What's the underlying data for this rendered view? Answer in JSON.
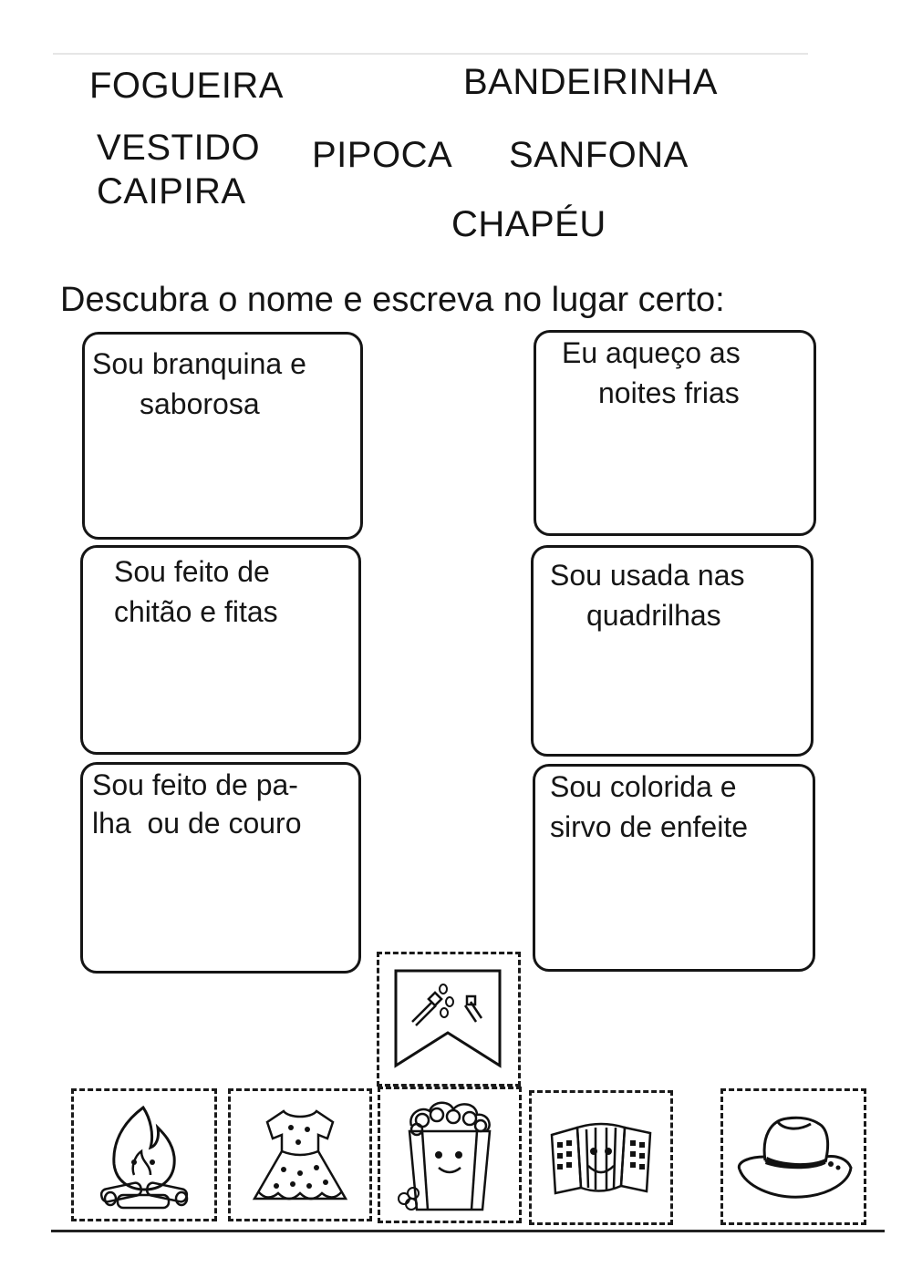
{
  "word_bank": {
    "fogueira": "FOGUEIRA",
    "bandeirinha": "BANDEIRINHA",
    "vestido_line1": "VESTIDO",
    "vestido_line2": "CAIPIRA",
    "pipoca": "PIPOCA",
    "sanfona": "SANFONA",
    "chapeu": "CHAPÉU"
  },
  "instruction": "Descubra o nome e  escreva no lugar certo:",
  "clues": {
    "pipoca": {
      "line1": "Sou branquina e",
      "line2": "saborosa"
    },
    "fogueira": {
      "line1": "Eu aqueço as",
      "line2": "noites frias"
    },
    "vestido": {
      "line1": "Sou feito de",
      "line2": "chitão e fitas"
    },
    "sanfona": {
      "line1": "Sou usada nas",
      "line2": "quadrilhas"
    },
    "chapeu": {
      "line1": "Sou feito de pa-",
      "line2": "lha  ou de couro"
    },
    "bandeirinha": {
      "line1": "Sou colorida e",
      "line2": "sirvo de enfeite"
    }
  },
  "icons": [
    "bandeirinha-icon",
    "fogueira-icon",
    "vestido-icon",
    "pipoca-icon",
    "sanfona-icon",
    "chapeu-icon"
  ]
}
